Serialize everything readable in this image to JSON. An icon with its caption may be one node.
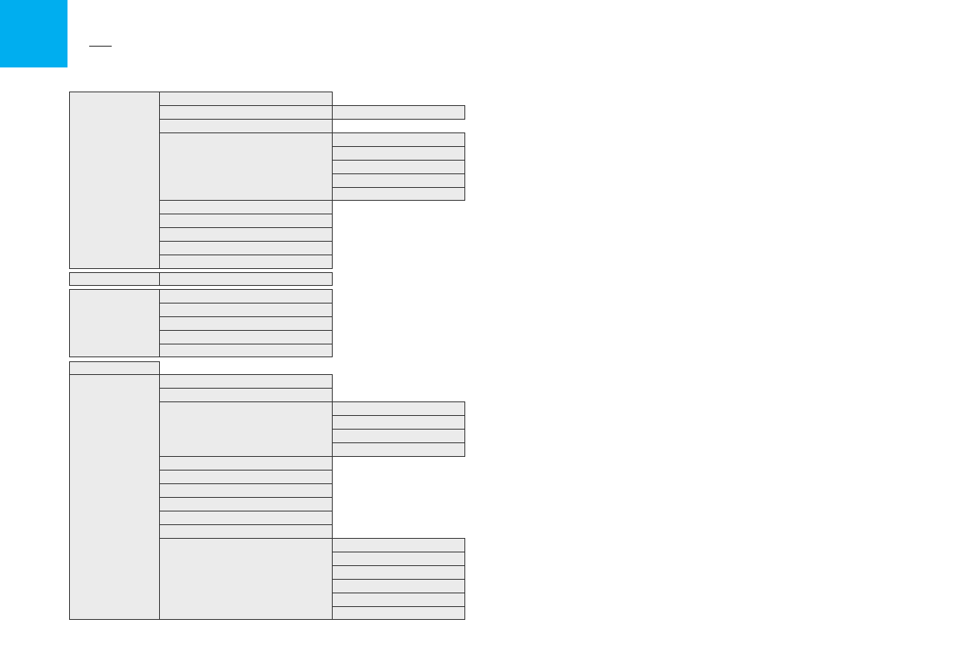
{
  "diagram": {
    "nodes": [
      {
        "text": [],
        "shape": "box"
      },
      {
        "text": [],
        "shape": "box"
      },
      {
        "text": [],
        "shape": "box"
      },
      {
        "text": [],
        "shape": "box"
      },
      {
        "text": [],
        "shape": "box"
      },
      {
        "text": [],
        "shape": "box"
      },
      {
        "text": [],
        "shape": "box"
      },
      {
        "text": [],
        "shape": "box"
      },
      {
        "text": [],
        "shape": "box"
      },
      {
        "text": [],
        "shape": "box"
      },
      {
        "text": [],
        "shape": "box"
      },
      {
        "text": [],
        "shape": "box"
      },
      {
        "text": [],
        "shape": "box"
      },
      {
        "text": [],
        "shape": "box"
      },
      {
        "text": [],
        "shape": "box"
      },
      {
        "text": [],
        "shape": "box"
      },
      {
        "text": [],
        "shape": "box"
      },
      {
        "text": [],
        "shape": "box"
      },
      {
        "text": [],
        "shape": "box"
      },
      {
        "text": [],
        "shape": "box"
      },
      {
        "text": [],
        "shape": "box"
      },
      {
        "text": [],
        "shape": "box"
      },
      {
        "text": [],
        "shape": "box"
      },
      {
        "text": [],
        "shape": "box"
      },
      {
        "text": [],
        "shape": "box"
      },
      {
        "text": [],
        "shape": "box"
      },
      {
        "text": [],
        "shape": "box"
      },
      {
        "text": [],
        "shape": "box"
      },
      {
        "text": [],
        "shape": "box"
      },
      {
        "text": [],
        "shape": "box"
      },
      {
        "text": [],
        "shape": "box"
      },
      {
        "text": [],
        "shape": "box"
      },
      {
        "text": [],
        "shape": "box"
      },
      {
        "text": [],
        "shape": "box"
      },
      {
        "text": [],
        "shape": "box"
      },
      {
        "text": [],
        "shape": "box"
      },
      {
        "text": [],
        "shape": "box"
      },
      {
        "text": [],
        "shape": "box"
      },
      {
        "text": [],
        "shape": "box"
      },
      {
        "text": [],
        "shape": "box"
      },
      {
        "text": [],
        "shape": "box"
      },
      {
        "text": [],
        "shape": "box"
      },
      {
        "text": [],
        "shape": "box"
      },
      {
        "text": [],
        "shape": "box"
      },
      {
        "text": [],
        "shape": "box"
      },
      {
        "text": [],
        "shape": "box"
      }
    ]
  }
}
